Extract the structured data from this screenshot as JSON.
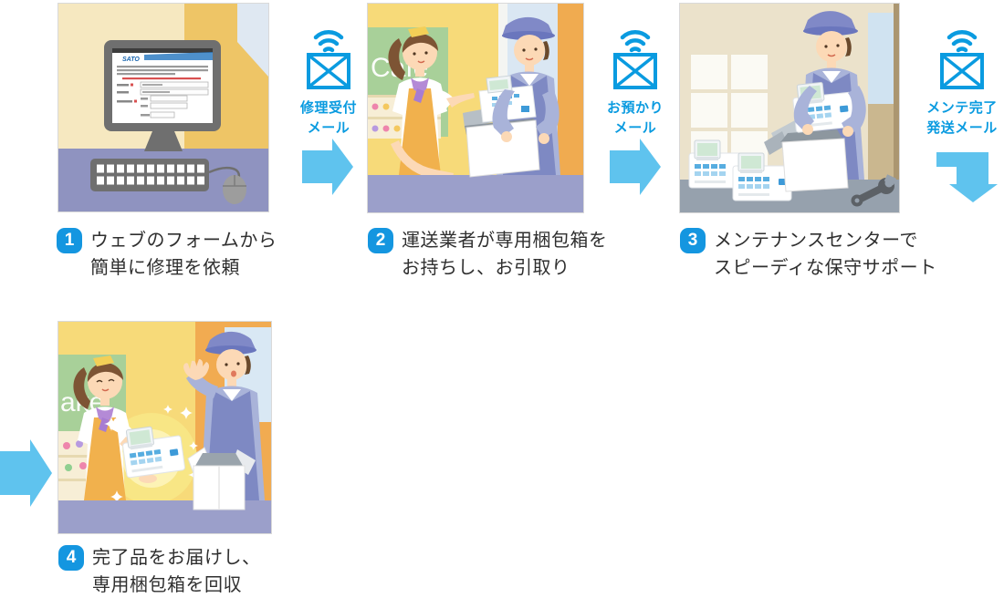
{
  "diagram_title": "repair-service-flow",
  "colors": {
    "mail_blue": "#0a9be0",
    "arrow_blue": "#5fc3ee",
    "badge_blue": "#1496e0",
    "caption_text": "#2f2f2f"
  },
  "steps": [
    {
      "number": "1",
      "line1": "ウェブのフォームから",
      "line2": "簡単に修理を依頼"
    },
    {
      "number": "2",
      "line1": "運送業者が専用梱包箱を",
      "line2": "お持ちし、お引取り"
    },
    {
      "number": "3",
      "line1": "メンテナンスセンターで",
      "line2": "スピーディな保守サポート"
    },
    {
      "number": "4",
      "line1": "完了品をお届けし、",
      "line2": "専用梱包箱を回収"
    }
  ],
  "mails": [
    {
      "line1": "修理受付",
      "line2": "メール"
    },
    {
      "line1": "お預かり",
      "line2": "メール"
    },
    {
      "line1": "メンテ完了",
      "line2": "発送メール"
    }
  ],
  "scenes": {
    "web_form": {
      "screen_logo": "SATO"
    },
    "pickup": {
      "sign_text": "Cafe"
    },
    "delivery": {
      "sign_text": "ake"
    }
  }
}
